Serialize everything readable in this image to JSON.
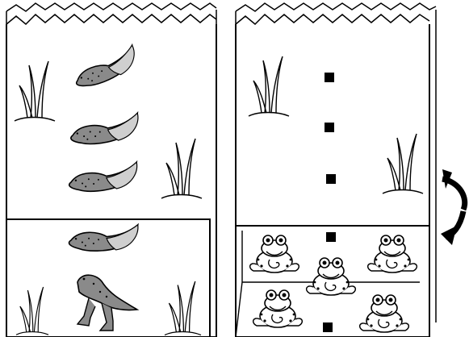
{
  "illustration": {
    "left_panel": {
      "upper_section": [
        "tadpole",
        "tadpole",
        "tadpole"
      ],
      "lower_section": [
        "tadpole",
        "froglet"
      ]
    },
    "right_panel": {
      "upper_section": [
        "marker",
        "marker",
        "marker"
      ],
      "lower_section": [
        "marker",
        "marker",
        "frog",
        "frog",
        "frog",
        "frog",
        "frog"
      ],
      "rotate_arrow": "rotate-arrow-icon"
    },
    "colors": {
      "ink": "#000000",
      "tadpole_fill": "#8a8a8a",
      "tadpole_tail": "#cfcfcf",
      "paper": "#ffffff"
    }
  }
}
